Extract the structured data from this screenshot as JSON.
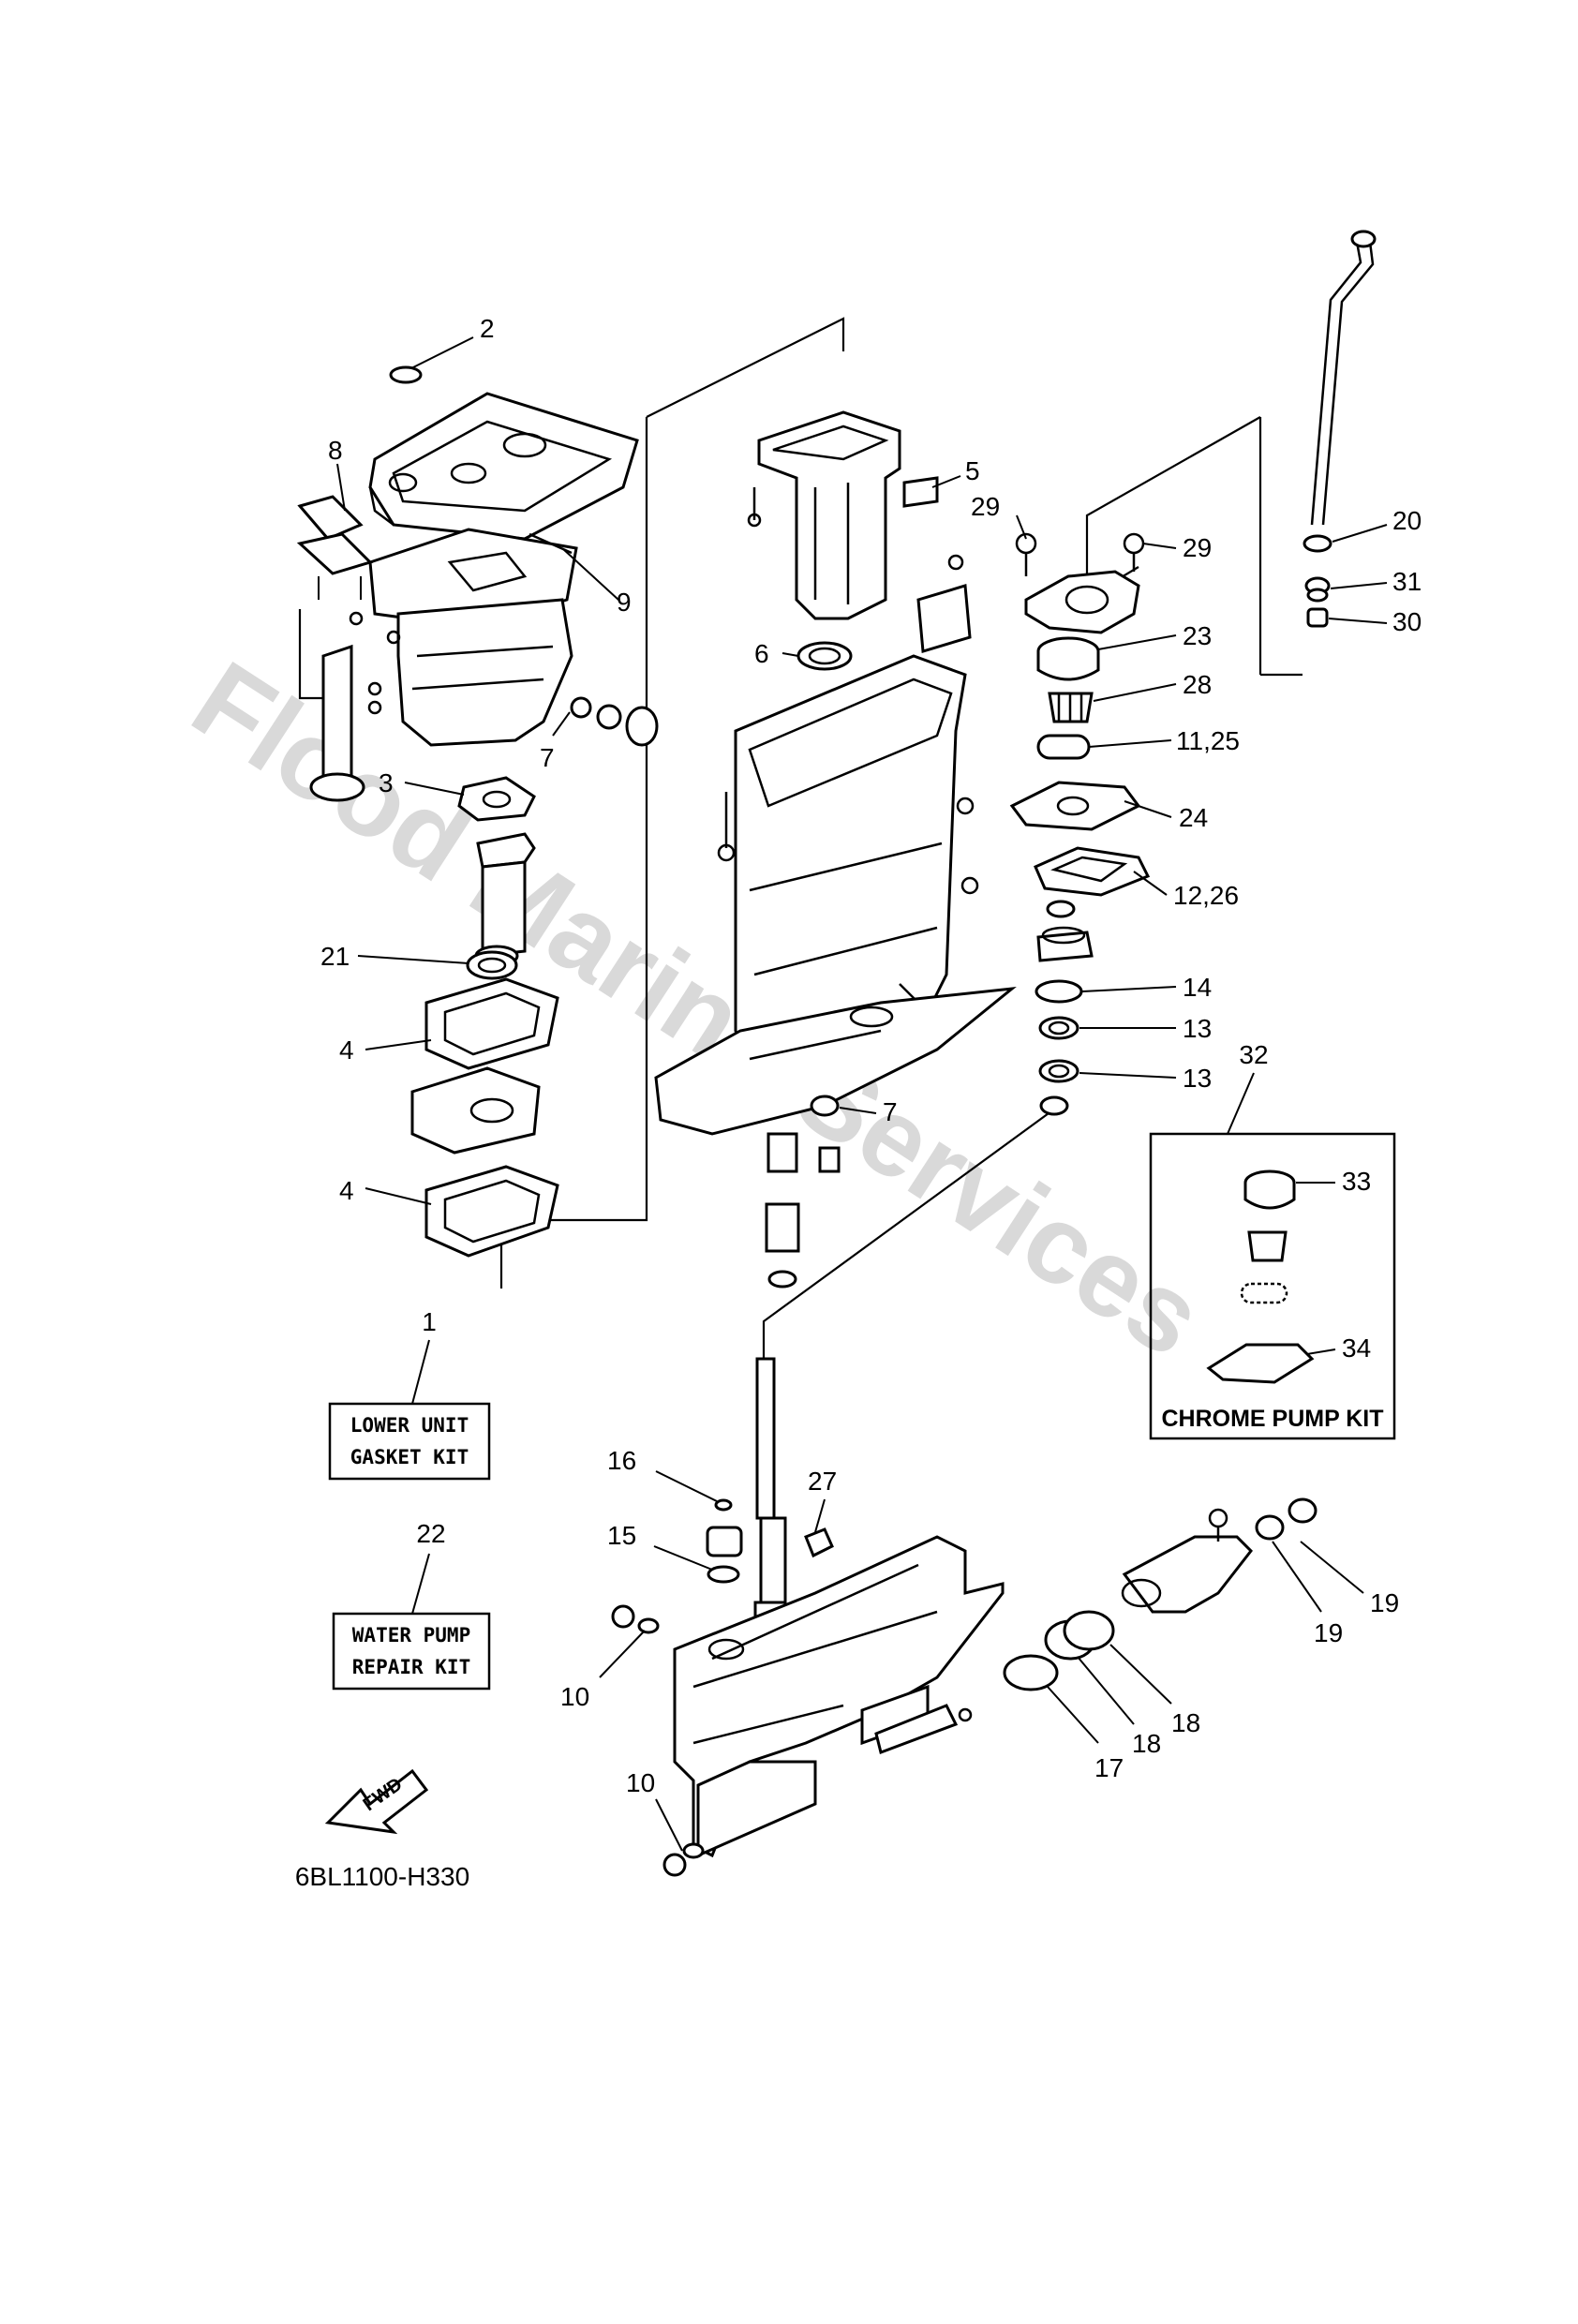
{
  "watermark": "Flood Marine Services",
  "diagram_code": "6BL1100-H330",
  "fwd_label": "FWD",
  "kits": {
    "lower_unit": {
      "number": "1",
      "line1": "LOWER UNIT",
      "line2": "GASKET KIT"
    },
    "water_pump": {
      "number": "22",
      "line1": "WATER PUMP",
      "line2": "REPAIR KIT"
    },
    "chrome_pump": {
      "number": "32",
      "label": "CHROME PUMP KIT"
    }
  },
  "callouts": {
    "c2": "2",
    "c8": "8",
    "c9": "9",
    "c3": "3",
    "c7a": "7",
    "c21": "21",
    "c4a": "4",
    "c4b": "4",
    "c5": "5",
    "c29a": "29",
    "c29b": "29",
    "c6": "6",
    "c20": "20",
    "c31": "31",
    "c30": "30",
    "c23": "23",
    "c28": "28",
    "c11_25": "11,25",
    "c24": "24",
    "c12_26": "12,26",
    "c14": "14",
    "c13a": "13",
    "c13b": "13",
    "c7b": "7",
    "c33": "33",
    "c34": "34",
    "c16": "16",
    "c27": "27",
    "c15": "15",
    "c10a": "10",
    "c10b": "10",
    "c19a": "19",
    "c19b": "19",
    "c18a": "18",
    "c18b": "18",
    "c17": "17"
  }
}
